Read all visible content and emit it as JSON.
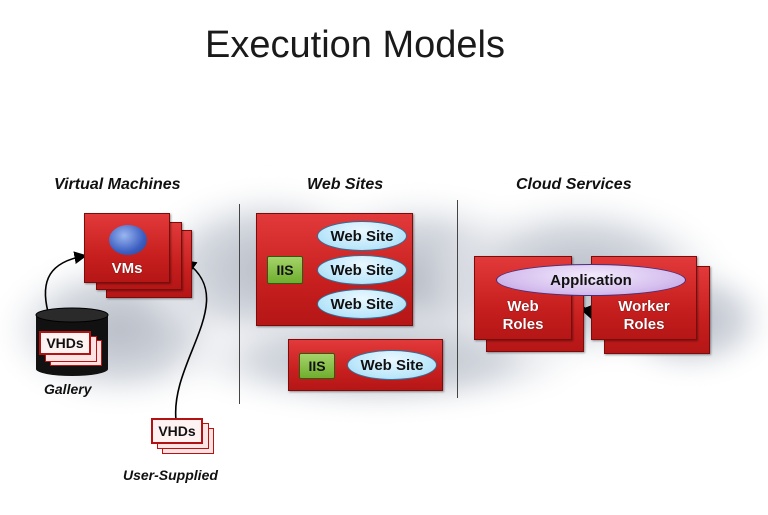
{
  "title": "Execution Models",
  "sections": {
    "virtual_machines": {
      "label": "Virtual Machines",
      "vms_label": "VMs",
      "gallery_vhd": "VHDs",
      "gallery_label": "Gallery",
      "user_vhd": "VHDs",
      "user_label": "User-Supplied"
    },
    "web_sites": {
      "label": "Web Sites",
      "iis_1": "IIS",
      "sites": [
        "Web Site",
        "Web Site",
        "Web Site"
      ],
      "iis_2": "IIS",
      "site_single": "Web Site"
    },
    "cloud_services": {
      "label": "Cloud Services",
      "application": "Application",
      "web_roles": "Web\nRoles",
      "web_roles_line1": "Web",
      "web_roles_line2": "Roles",
      "worker_roles_line1": "Worker",
      "worker_roles_line2": "Roles"
    }
  },
  "colors": {
    "role_red": "#d42a2a",
    "site_blue": "#bfe8fb",
    "iis_green": "#7cbc3a",
    "app_purple": "#d6c0ef"
  }
}
